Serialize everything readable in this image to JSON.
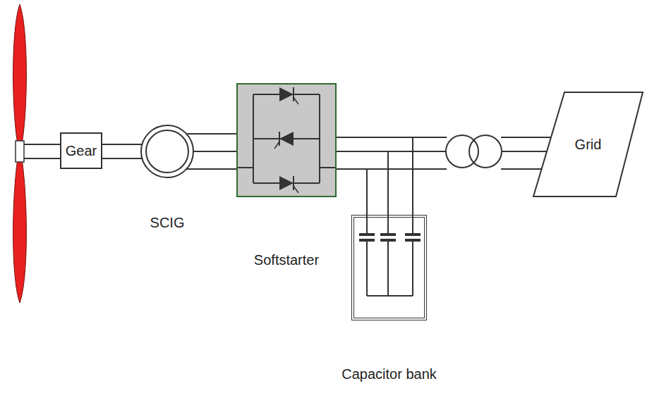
{
  "diagram": {
    "nodes": [
      {
        "text": [
          "Gear"
        ]
      },
      {
        "text": [
          "SCIG"
        ]
      },
      {
        "text": [
          "Softstarter"
        ]
      },
      {
        "text": [
          "Capacitor bank"
        ]
      },
      {
        "text": [
          "Grid"
        ]
      }
    ],
    "edges": [
      {
        "from": 0,
        "to": 1,
        "arrow": "none"
      },
      {
        "from": 1,
        "to": 2,
        "arrow": "none"
      },
      {
        "from": 2,
        "to": 3,
        "arrow": "none"
      },
      {
        "from": 2,
        "to": 4,
        "arrow": "none"
      }
    ]
  }
}
